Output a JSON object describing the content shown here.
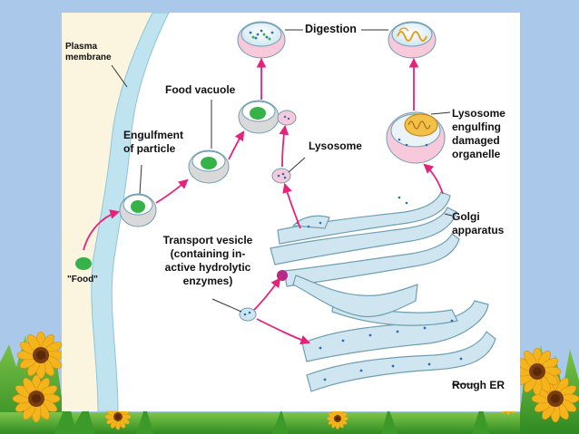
{
  "labels": {
    "plasma_membrane": [
      "Plasma",
      "membrane"
    ],
    "digestion": "Digestion",
    "food_vacuole": "Food vacuole",
    "engulfment": [
      "Engulfment",
      "of particle"
    ],
    "lysosome": "Lysosome",
    "lysosome_engulfing": [
      "Lysosome",
      "engulfing",
      "damaged",
      "organelle"
    ],
    "golgi": [
      "Golgi",
      "apparatus"
    ],
    "transport_vesicle": [
      "Transport vesicle",
      "(containing in-",
      "active hydrolytic",
      "enzymes)"
    ],
    "food": "\"Food\"",
    "rough_er": "Rough ER"
  },
  "colors": {
    "slide_background": "#a9c8ea",
    "figure_background": "#fbf5df",
    "cell_interior": "#ffffff",
    "membrane": "#bfe3ef",
    "organelle_fill": "#cfe6f0",
    "organelle_shadow": "#d9d9d9",
    "lysosome_pink": "#f7c9da",
    "arrow": "#e6227b",
    "food_green": "#36b348",
    "enzyme_blue": "#2a6fb5"
  },
  "icons": [
    "sunflower-icon",
    "grass-icon",
    "arrow-icon"
  ]
}
